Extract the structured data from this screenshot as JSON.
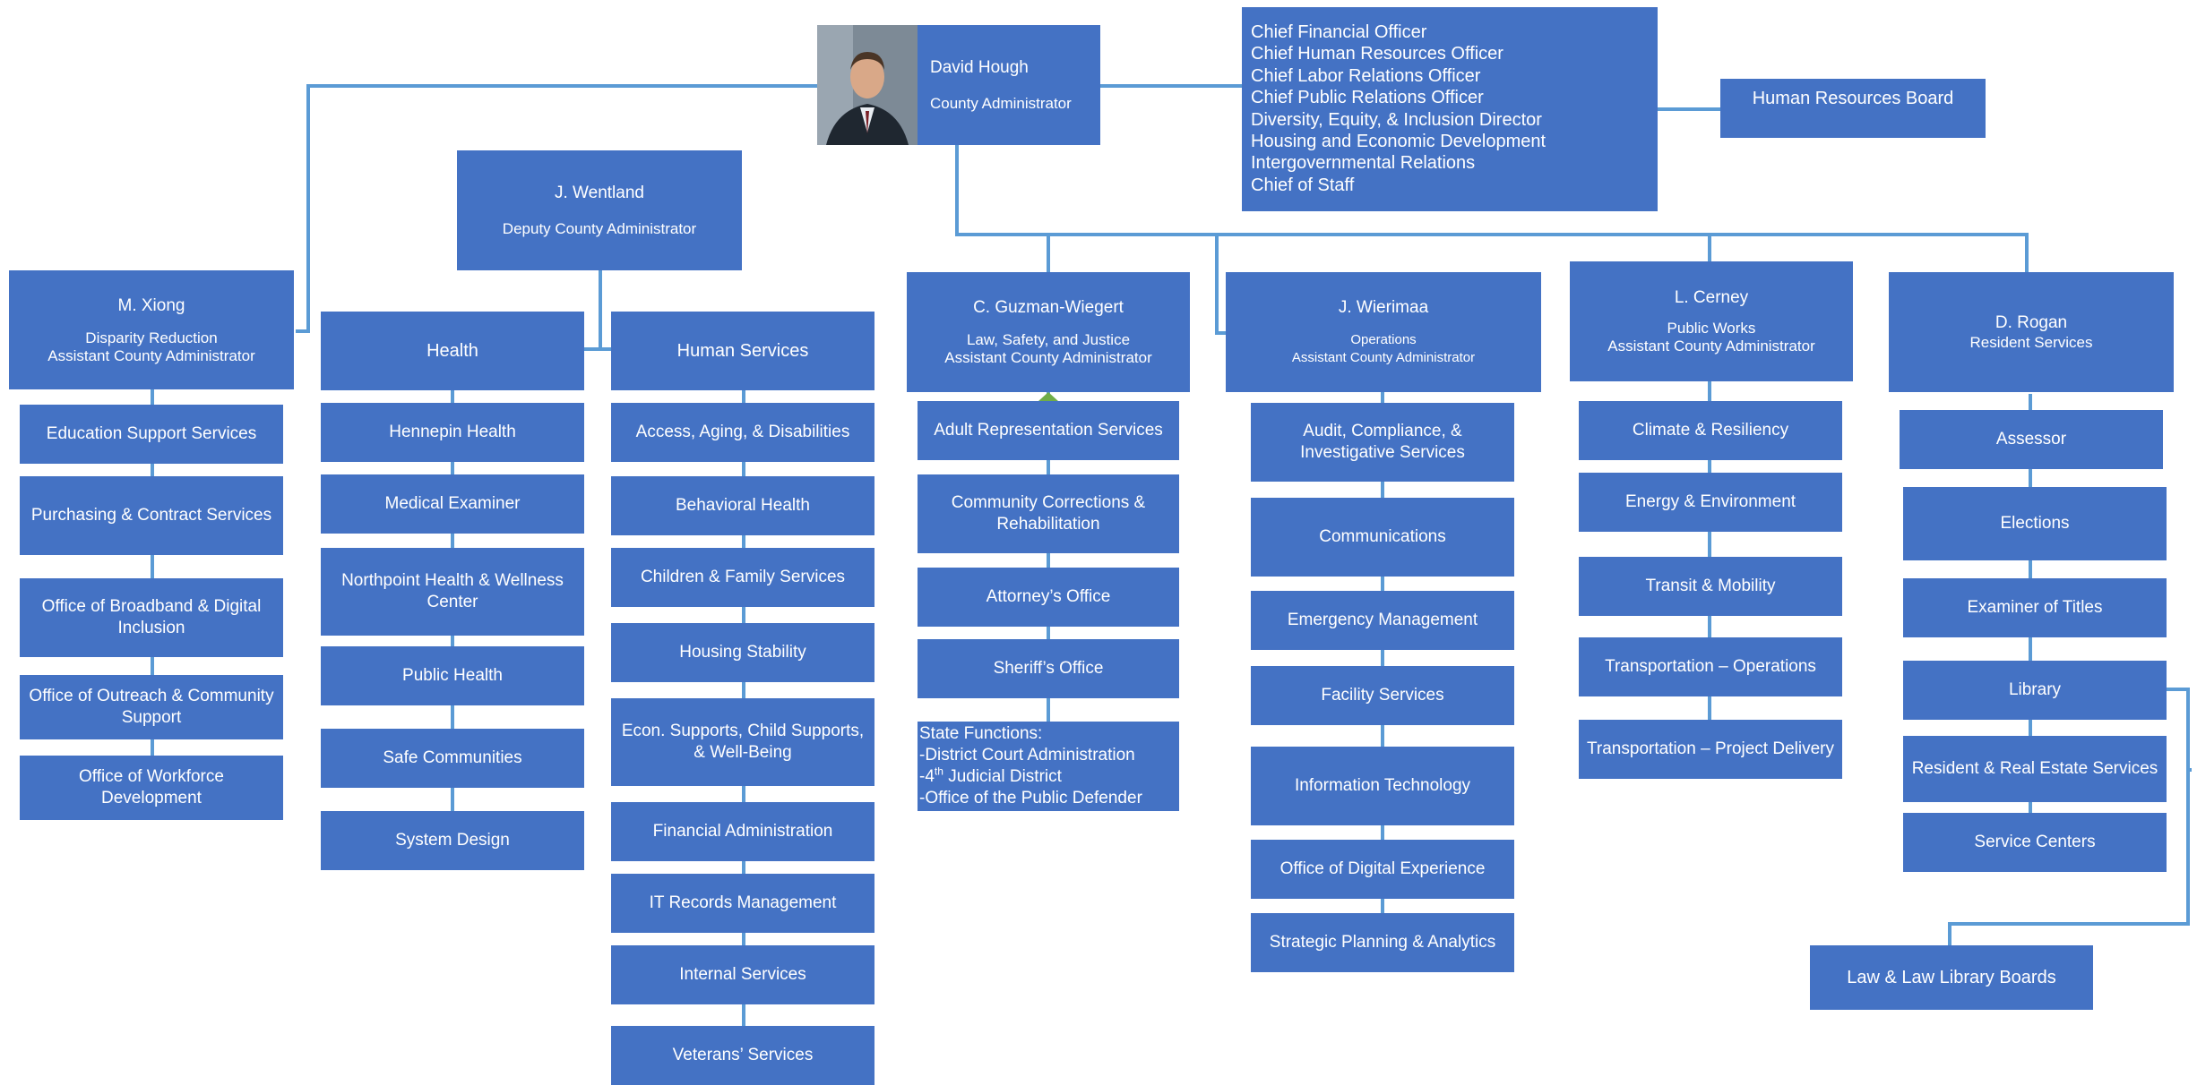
{
  "colors": {
    "box_fill": "#4472c4",
    "connector": "#5b9bd5",
    "arrow": "#70ad47",
    "text": "#ffffff"
  },
  "top": {
    "name": "David Hough",
    "title": "County Administrator",
    "photo": "portrait-photo",
    "staff": [
      "Chief Financial Officer",
      "Chief Human Resources Officer",
      "Chief Labor Relations Officer",
      "Chief Public Relations Officer",
      "Diversity, Equity, & Inclusion Director",
      "Housing and Economic Development",
      "Intergovernmental Relations",
      "Chief of Staff"
    ],
    "hr_board": "Human Resources Board"
  },
  "deputy": {
    "name": "J. Wentland",
    "title": "Deputy County Administrator"
  },
  "xiong": {
    "name": "M. Xiong",
    "title1": "Disparity Reduction",
    "title2": "Assistant County Administrator",
    "items": [
      "Education Support Services",
      "Purchasing & Contract Services",
      "Office of Broadband & Digital Inclusion",
      "Office of Outreach & Community Support",
      "Office of Workforce Development"
    ]
  },
  "health": {
    "name": "Health",
    "items": [
      "Hennepin Health",
      "Medical Examiner",
      "Northpoint Health & Wellness Center",
      "Public Health",
      "Safe Communities",
      "System Design"
    ]
  },
  "human": {
    "name": "Human Services",
    "items": [
      "Access, Aging, & Disabilities",
      "Behavioral Health",
      "Children & Family Services",
      "Housing Stability",
      "Econ. Supports, Child Supports, & Well-Being",
      "Financial Administration",
      "IT Records Management",
      "Internal Services",
      "Veterans’ Services"
    ]
  },
  "guzman": {
    "name": "C. Guzman-Wiegert",
    "title1": "Law, Safety, and Justice",
    "title2": "Assistant County Administrator",
    "items": [
      "Adult Representation Services",
      "Community Corrections & Rehabilitation",
      "Attorney’s Office",
      "Sheriff’s Office"
    ],
    "state_heading": "State Functions:",
    "state_items": [
      "-District Court Administration",
      "-4",
      "th",
      " Judicial District",
      "-Office of the Public Defender"
    ]
  },
  "wierimaa": {
    "name": "J. Wierimaa",
    "title1": "Operations",
    "title2": "Assistant County Administrator",
    "items": [
      "Audit, Compliance, & Investigative Services",
      "Communications",
      "Emergency Management",
      "Facility Services",
      "Information Technology",
      "Office of Digital Experience",
      "Strategic Planning & Analytics"
    ]
  },
  "cerney": {
    "name": "L. Cerney",
    "title1": "Public Works",
    "title2": "Assistant County Administrator",
    "items": [
      "Climate & Resiliency",
      "Energy & Environment",
      "Transit & Mobility",
      "Transportation – Operations",
      "Transportation – Project Delivery"
    ]
  },
  "rogan": {
    "name": "D. Rogan",
    "title1": "Resident Services",
    "items": [
      "Assessor",
      "Elections",
      "Examiner of Titles",
      "Library",
      "Resident & Real Estate Services",
      "Service Centers"
    ],
    "law_board": "Law & Law Library Boards"
  }
}
